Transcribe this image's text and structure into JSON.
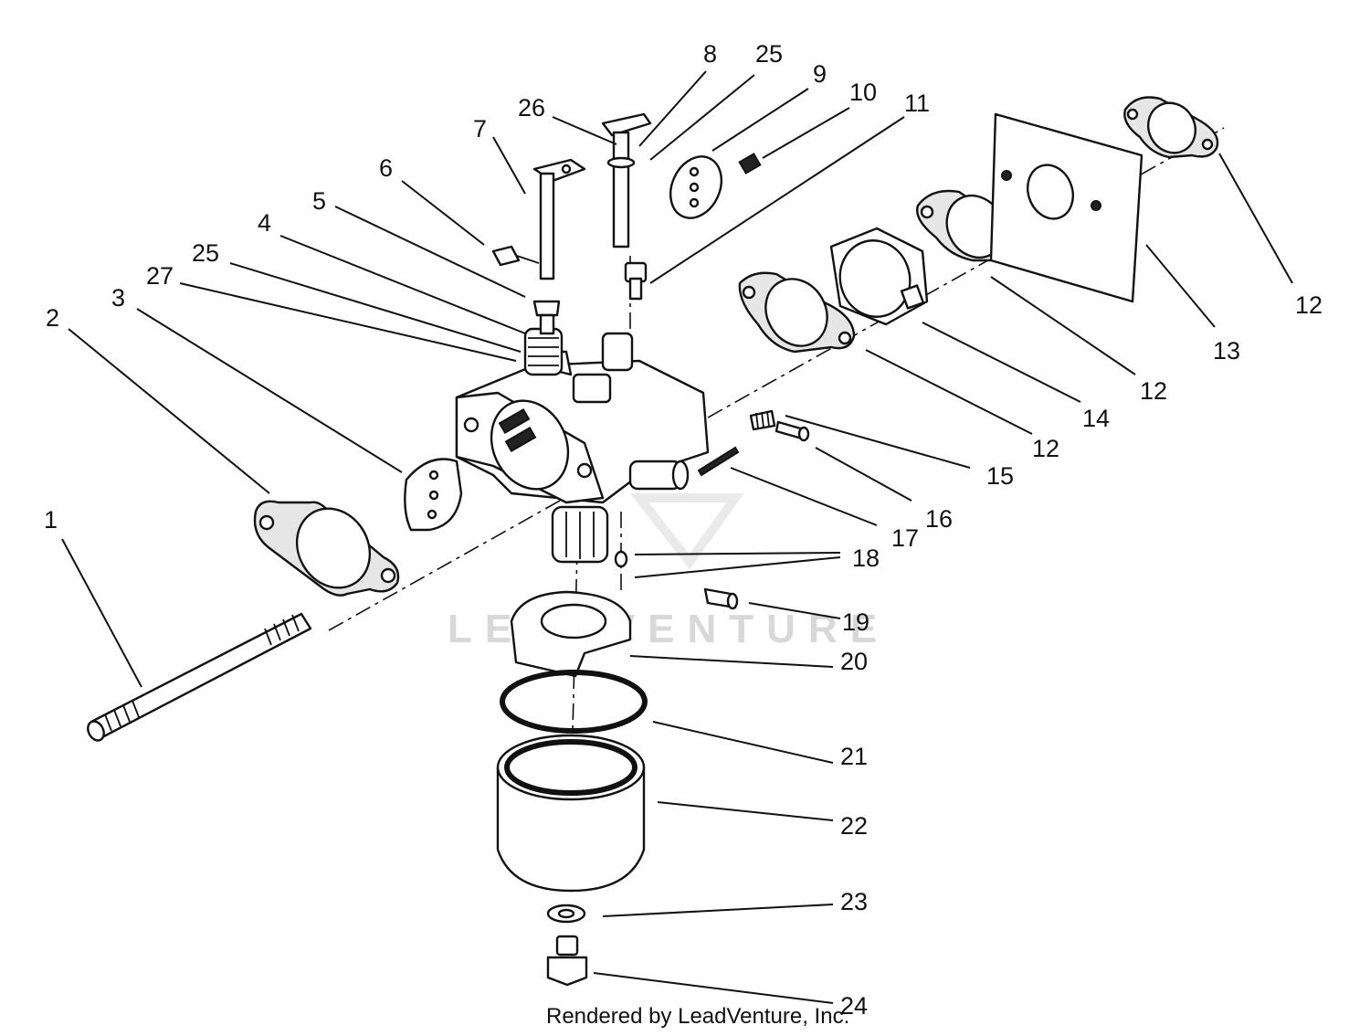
{
  "watermark": "LEADVENTURE",
  "credit": "Rendered by LeadVenture, Inc.",
  "callouts": [
    {
      "id": "c1",
      "text": "1"
    },
    {
      "id": "c2",
      "text": "2"
    },
    {
      "id": "c3",
      "text": "3"
    },
    {
      "id": "c27",
      "text": "27"
    },
    {
      "id": "c25a",
      "text": "25"
    },
    {
      "id": "c4",
      "text": "4"
    },
    {
      "id": "c5",
      "text": "5"
    },
    {
      "id": "c6",
      "text": "6"
    },
    {
      "id": "c7",
      "text": "7"
    },
    {
      "id": "c26",
      "text": "26"
    },
    {
      "id": "c8",
      "text": "8"
    },
    {
      "id": "c25b",
      "text": "25"
    },
    {
      "id": "c9",
      "text": "9"
    },
    {
      "id": "c10",
      "text": "10"
    },
    {
      "id": "c11",
      "text": "11"
    },
    {
      "id": "c12a",
      "text": "12"
    },
    {
      "id": "c13",
      "text": "13"
    },
    {
      "id": "c12b",
      "text": "12"
    },
    {
      "id": "c14",
      "text": "14"
    },
    {
      "id": "c12c",
      "text": "12"
    },
    {
      "id": "c15",
      "text": "15"
    },
    {
      "id": "c16",
      "text": "16"
    },
    {
      "id": "c17",
      "text": "17"
    },
    {
      "id": "c18",
      "text": "18"
    },
    {
      "id": "c19",
      "text": "19"
    },
    {
      "id": "c20",
      "text": "20"
    },
    {
      "id": "c21",
      "text": "21"
    },
    {
      "id": "c22",
      "text": "22"
    },
    {
      "id": "c23",
      "text": "23"
    },
    {
      "id": "c24",
      "text": "24"
    }
  ]
}
